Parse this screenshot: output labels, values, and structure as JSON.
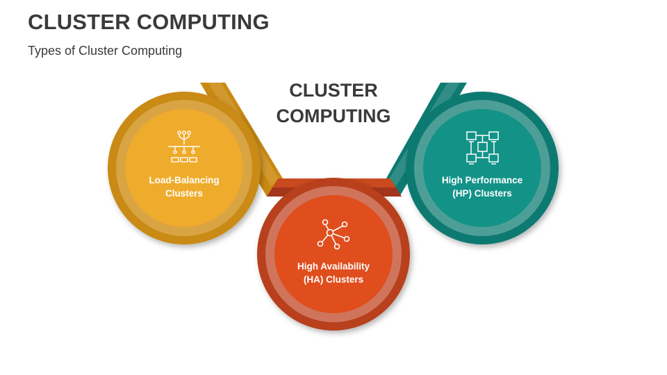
{
  "title": "CLUSTER COMPUTING",
  "subtitle": "Types of Cluster Computing",
  "center_label": {
    "line1": "CLUSTER",
    "line2": "COMPUTING"
  },
  "nodes": [
    {
      "line1": "Load-Balancing",
      "line2": "Clusters",
      "icon": "load-balancer-icon",
      "colors": {
        "outer": "#C98A12",
        "ring": "#D9A443",
        "inner": "#EFAB2C",
        "band": "#B97E12"
      }
    },
    {
      "line1": "High Availability",
      "line2": "(HA) Clusters",
      "icon": "network-hub-icon",
      "colors": {
        "outer": "#B8401C",
        "ring": "#D0745C",
        "inner": "#E04E1E",
        "band": "#A3361A"
      }
    },
    {
      "line1": "High Performance",
      "line2": "(HP) Clusters",
      "icon": "server-cluster-icon",
      "colors": {
        "outer": "#0E7A72",
        "ring": "#4E9E98",
        "inner": "#139388",
        "band": "#0D6A63"
      }
    }
  ]
}
